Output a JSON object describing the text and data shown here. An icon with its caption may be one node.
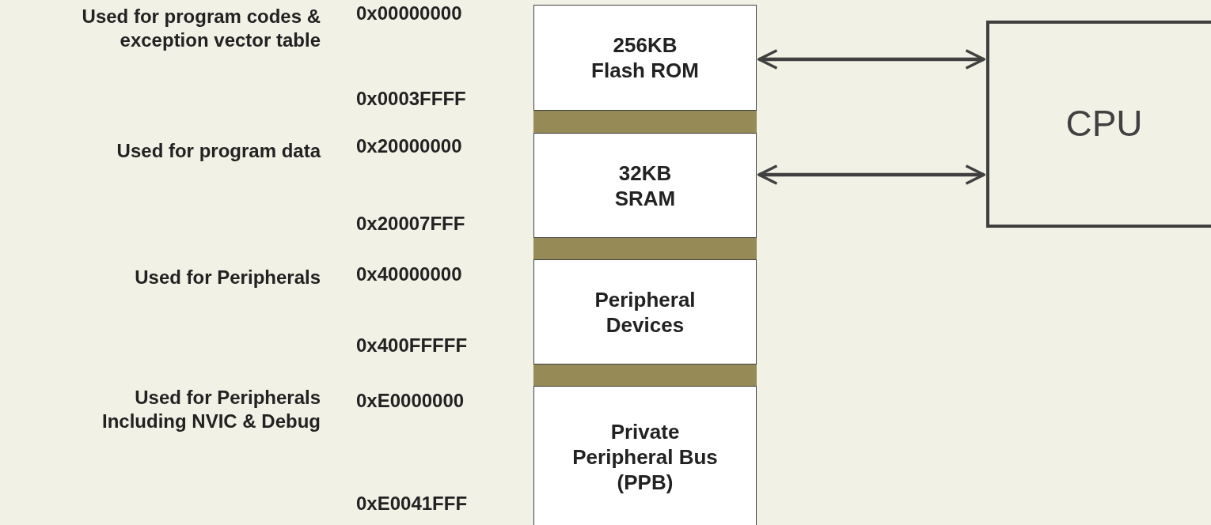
{
  "diagram": {
    "nodes": [
      {
        "text": [
          "256KB Flash ROM"
        ]
      },
      {
        "text": [],
        "shape": "bar"
      },
      {
        "text": [
          "32KB SRAM"
        ]
      },
      {
        "text": [],
        "shape": "bar"
      },
      {
        "text": [
          "Peripheral Devices"
        ]
      },
      {
        "text": [],
        "shape": "bar"
      },
      {
        "text": [
          "Private Peripheral Bus (PPB)"
        ]
      },
      {
        "text": [
          "CPU"
        ]
      }
    ],
    "edges": [
      {
        "from": 0,
        "to": 7,
        "arrow": "both"
      },
      {
        "from": 2,
        "to": 7,
        "arrow": "both"
      }
    ],
    "labels": [
      "Used for program codes & exception vector table",
      "0x00000000",
      "0x0003FFFF",
      "Used for program data",
      "0x20000000",
      "0x20007FFF",
      "Used for Peripherals",
      "0x40000000",
      "0x400FFFFF",
      "Used for Peripherals Including NVIC & Debug",
      "0xE0000000",
      "0xE0041FFF"
    ]
  }
}
